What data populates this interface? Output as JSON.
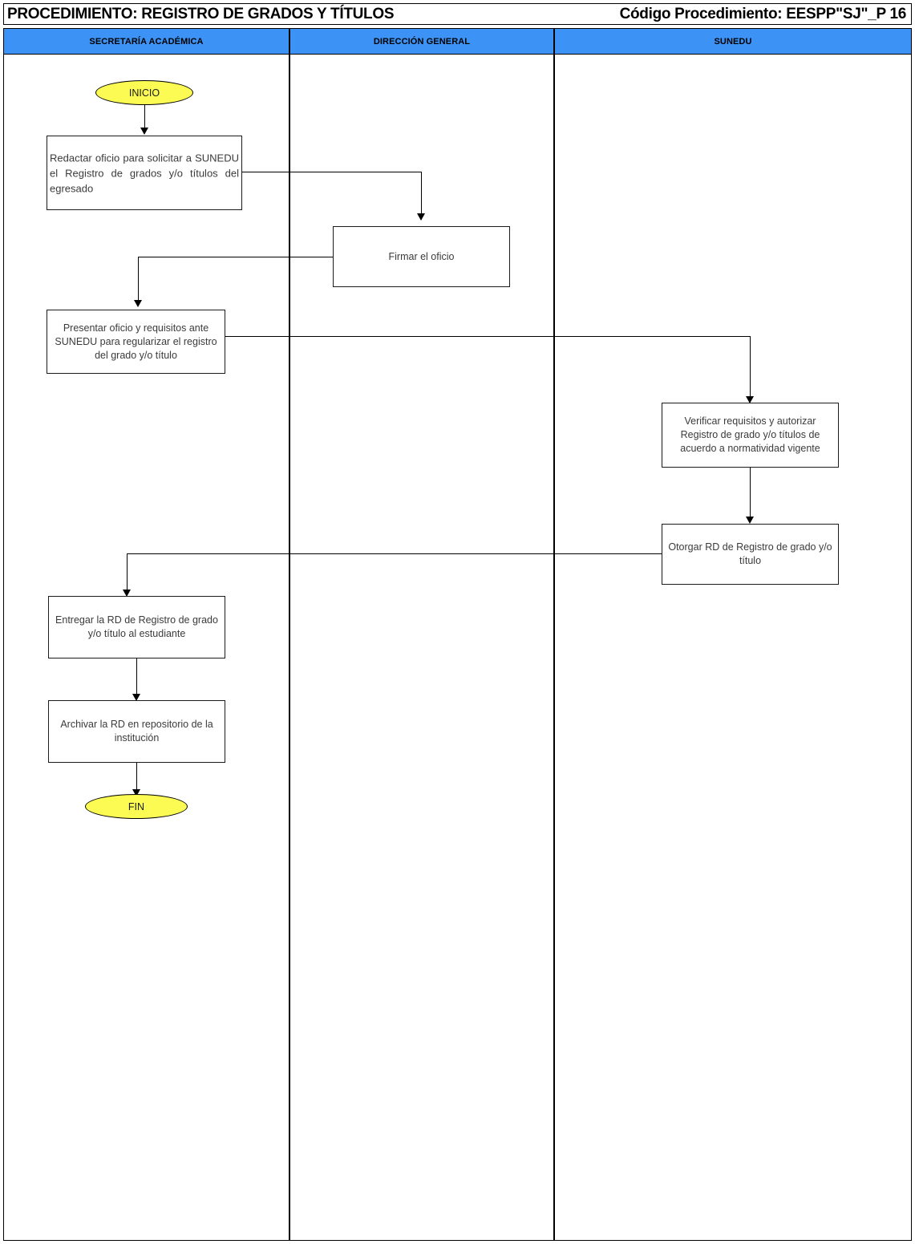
{
  "document": {
    "title_label": "PROCEDIMIENTO: REGISTRO DE GRADOS Y TÍTULOS",
    "code_label": "Código Procedimiento:  EESPP\"SJ\"_P 16"
  },
  "colors": {
    "lane_header_blue": "#3d93f5",
    "terminator_yellow": "#fbfb54",
    "line_black": "#000000",
    "node_text": "#3b3b3b"
  },
  "lanes": [
    {
      "id": "secretaria-academica",
      "label": "SECRETARÍA ACADÉMICA"
    },
    {
      "id": "direccion-general",
      "label": "DIRECCIÓN GENERAL"
    },
    {
      "id": "sunedu",
      "label": "SUNEDU"
    }
  ],
  "chart_data": {
    "type": "diagram",
    "title": "PROCEDIMIENTO: REGISTRO DE GRADOS Y TÍTULOS",
    "lanes": [
      "SECRETARÍA ACADÉMICA",
      "DIRECCIÓN GENERAL",
      "SUNEDU"
    ],
    "nodes": [
      {
        "id": "inicio",
        "shape": "terminator",
        "lane": "SECRETARÍA ACADÉMICA",
        "label": "INICIO"
      },
      {
        "id": "redactar",
        "shape": "process",
        "lane": "SECRETARÍA ACADÉMICA",
        "label": "Redactar oficio para solicitar a SUNEDU el Registro de grados y/o títulos del egresado"
      },
      {
        "id": "firmar",
        "shape": "process",
        "lane": "DIRECCIÓN GENERAL",
        "label": "Firmar el oficio"
      },
      {
        "id": "presentar",
        "shape": "process",
        "lane": "SECRETARÍA ACADÉMICA",
        "label": "Presentar oficio y requisitos ante SUNEDU para regularizar el registro del grado y/o título"
      },
      {
        "id": "verificar",
        "shape": "process",
        "lane": "SUNEDU",
        "label": "Verificar requisitos y autorizar Registro de grado y/o títulos de acuerdo a normatividad vigente"
      },
      {
        "id": "otorgar",
        "shape": "process",
        "lane": "SUNEDU",
        "label": "Otorgar RD de Registro de grado y/o título"
      },
      {
        "id": "entregar",
        "shape": "process",
        "lane": "SECRETARÍA ACADÉMICA",
        "label": "Entregar la RD de Registro de grado y/o título al estudiante"
      },
      {
        "id": "archivar",
        "shape": "process",
        "lane": "SECRETARÍA ACADÉMICA",
        "label": "Archivar la RD en repositorio de la institución"
      },
      {
        "id": "fin",
        "shape": "terminator",
        "lane": "SECRETARÍA ACADÉMICA",
        "label": "FIN"
      }
    ],
    "edges": [
      {
        "from": "inicio",
        "to": "redactar"
      },
      {
        "from": "redactar",
        "to": "firmar"
      },
      {
        "from": "firmar",
        "to": "presentar"
      },
      {
        "from": "presentar",
        "to": "verificar"
      },
      {
        "from": "verificar",
        "to": "otorgar"
      },
      {
        "from": "otorgar",
        "to": "entregar"
      },
      {
        "from": "entregar",
        "to": "archivar"
      },
      {
        "from": "archivar",
        "to": "fin"
      }
    ]
  },
  "flow": {
    "inicio": "INICIO",
    "redactar": "Redactar oficio para solicitar a SUNEDU el Registro de grados y/o títulos del egresado",
    "firmar": "Firmar el oficio",
    "presentar": "Presentar oficio y requisitos ante SUNEDU para regularizar el registro del grado y/o título",
    "verificar": "Verificar requisitos y autorizar Registro de grado y/o títulos de acuerdo a normatividad vigente",
    "otorgar": "Otorgar RD de Registro de grado y/o título",
    "entregar": "Entregar la RD de Registro de grado y/o título al estudiante",
    "archivar": "Archivar la RD en repositorio de la institución",
    "fin": "FIN"
  }
}
